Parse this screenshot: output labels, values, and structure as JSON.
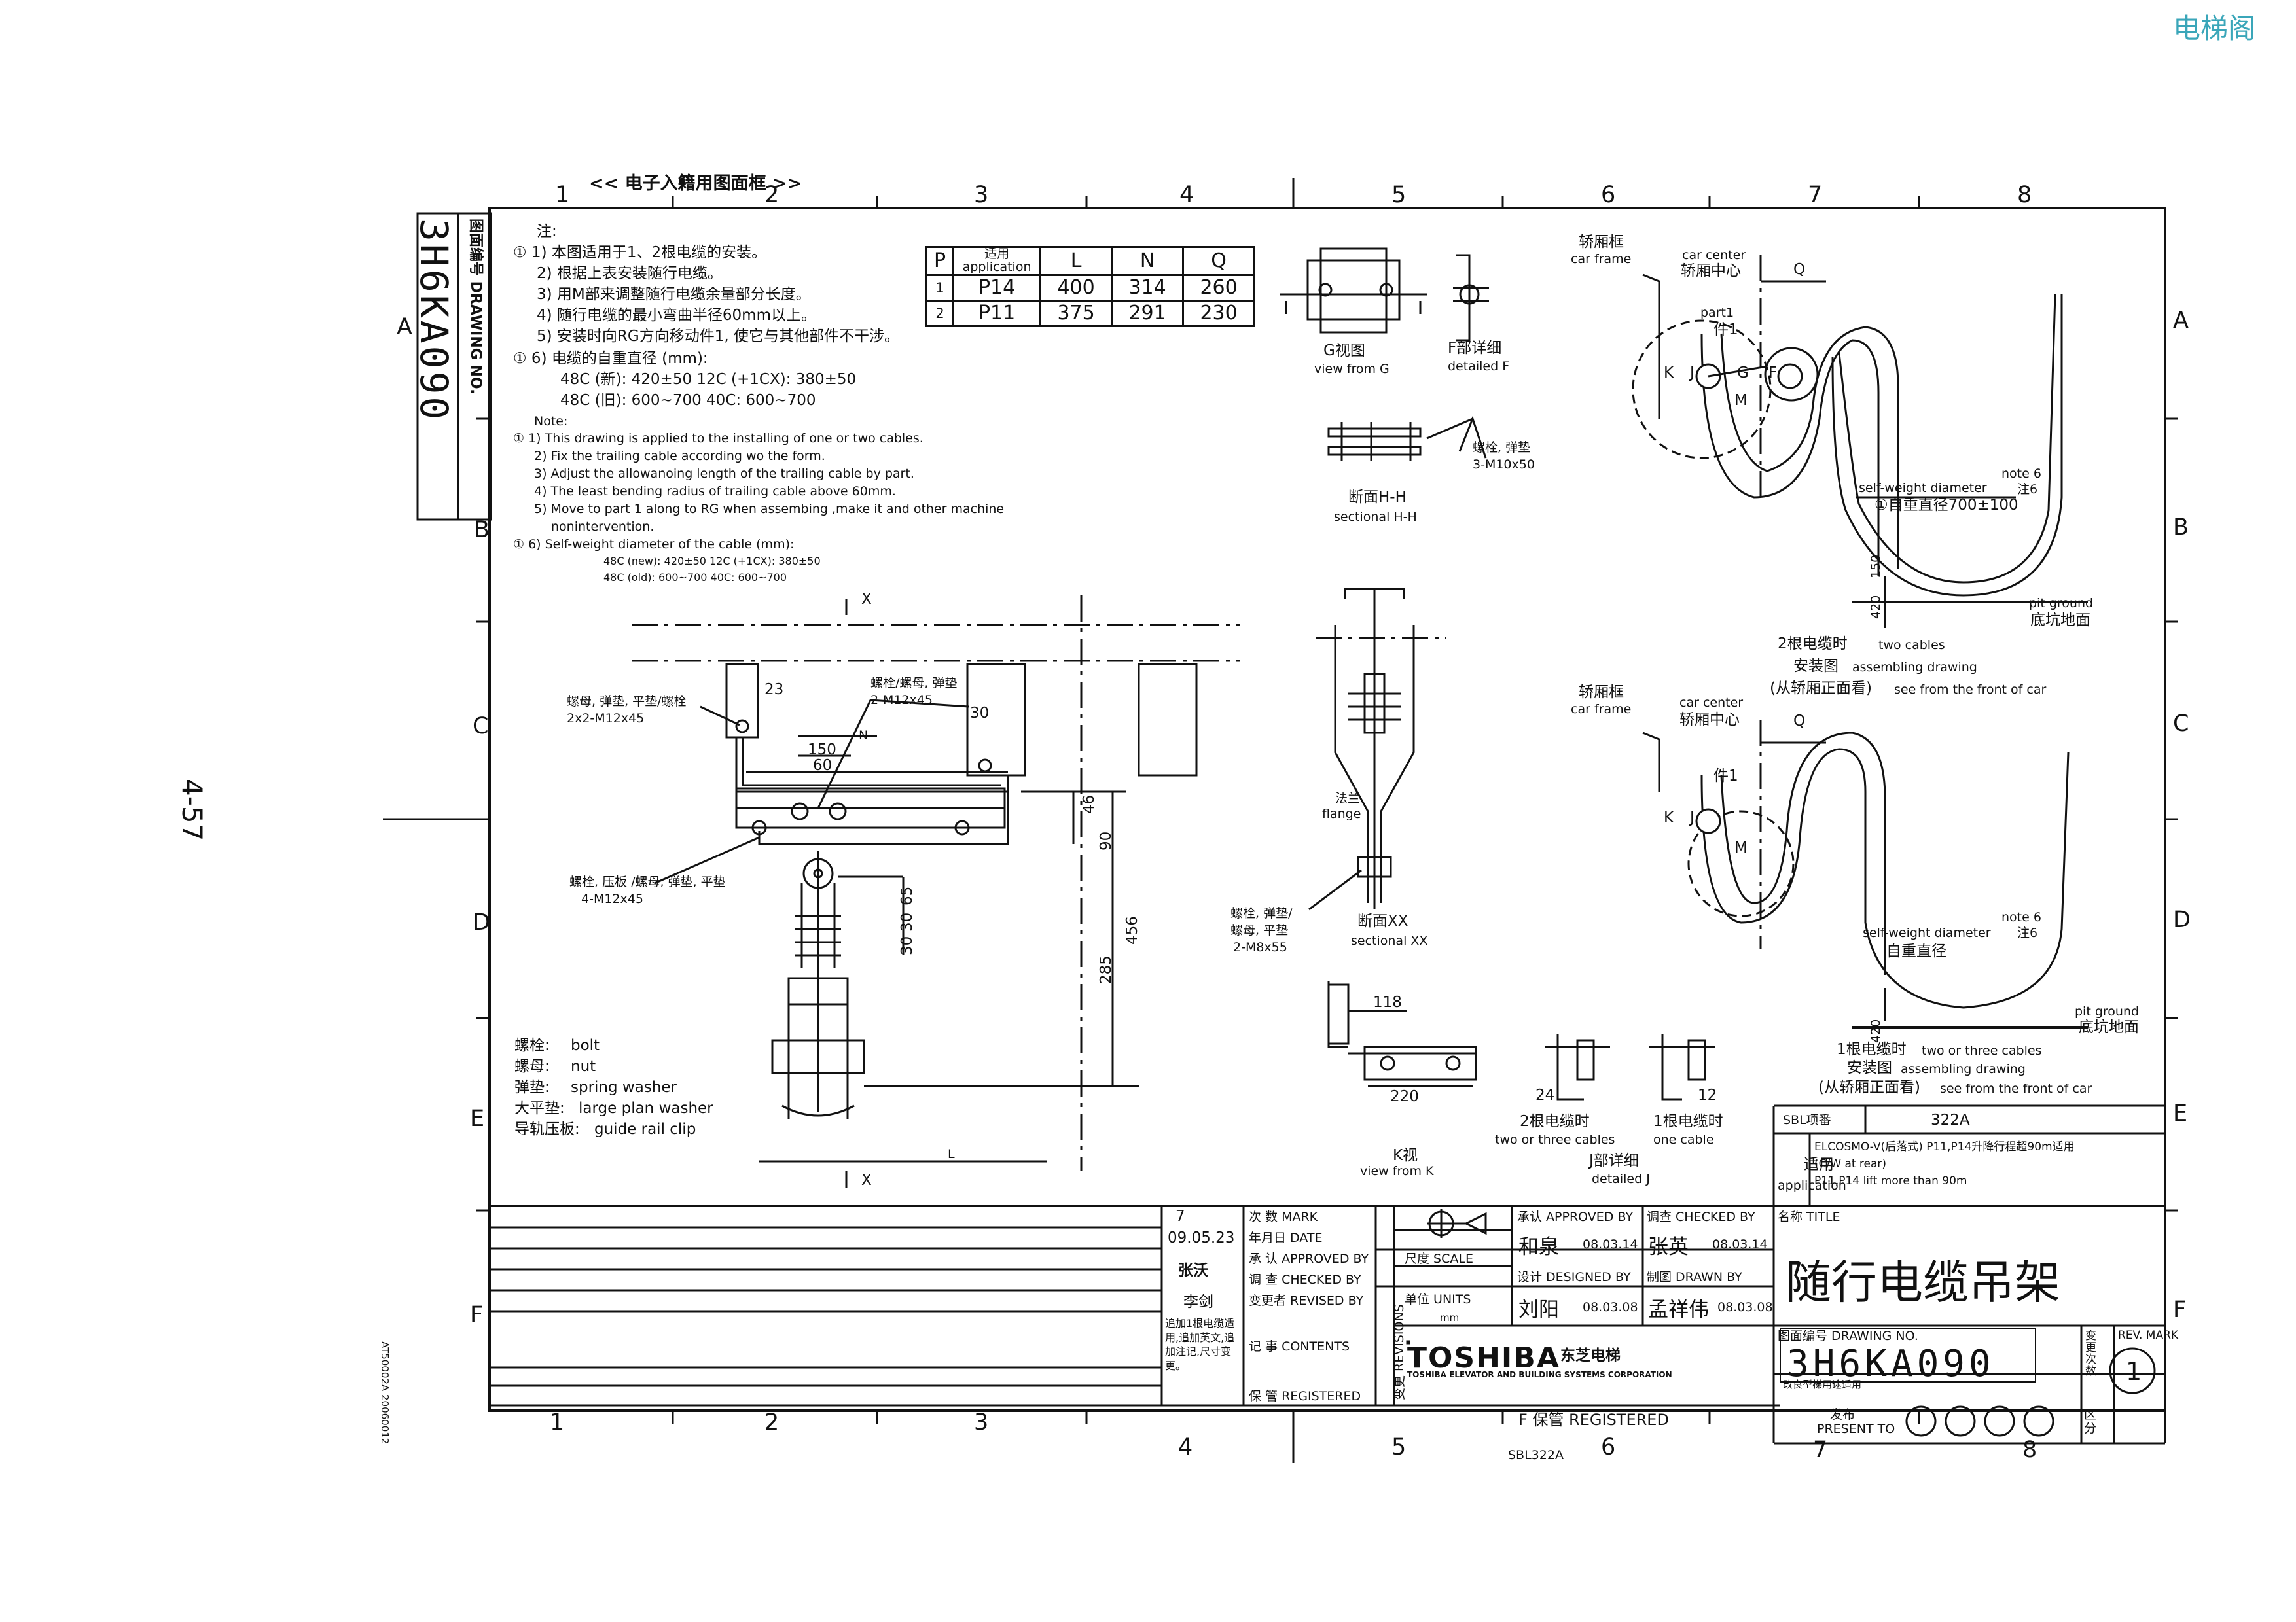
{
  "watermark": "电梯阁",
  "page_number": "4-57",
  "side_code": "AT50002A 20060012",
  "frame_header": "<< 电子入籍用图面框 >>",
  "grid_cols": [
    "1",
    "2",
    "3",
    "4",
    "5",
    "6",
    "7",
    "8"
  ],
  "grid_rows": [
    "A",
    "B",
    "C",
    "D",
    "E",
    "F"
  ],
  "drawing_no_box": {
    "label": "图面编号 DRAWING NO.",
    "number": "3H6KA090"
  },
  "notes_cn": {
    "heading": "注:",
    "lines": [
      "① 1) 本图适用于1、2根电缆的安装。",
      "2) 根据上表安装随行电缆。",
      "3) 用M部来调整随行电缆余量部分长度。",
      "4) 随行电缆的最小弯曲半径60mm以上。",
      "5) 安装时向RG方向移动件1, 使它与其他部件不干涉。",
      "① 6) 电缆的自重直径 (mm):",
      "48C (新): 420±50    12C (+1CX): 380±50",
      "48C (旧): 600~700    40C: 600~700"
    ]
  },
  "notes_en": {
    "heading": "Note:",
    "lines": [
      "① 1) This drawing is applied to the installing of one or two cables.",
      "2) Fix the trailing cable according wo the form.",
      "3) Adjust the allowanoing length of the trailing cable by part.",
      "4) The least bending radius of trailing cable above 60mm.",
      "5) Move to part 1 along to RG when assembing ,make it and other machine",
      "nonintervention.",
      "① 6) Self-weight diameter of the cable (mm):",
      "48C (new): 420±50    12C (+1CX): 380±50",
      "48C (old): 600~700    40C: 600~700"
    ]
  },
  "param_table": {
    "headers": [
      "P",
      "适用 application",
      "L",
      "N",
      "Q"
    ],
    "rows": [
      [
        "1",
        "P14",
        "400",
        "314",
        "260"
      ],
      [
        "2",
        "P11",
        "375",
        "291",
        "230"
      ]
    ]
  },
  "legend": [
    {
      "cn": "螺栓:",
      "en": "bolt"
    },
    {
      "cn": "螺母:",
      "en": "nut"
    },
    {
      "cn": "弹垫:",
      "en": "spring washer"
    },
    {
      "cn": "大平垫:",
      "en": "large plan washer"
    },
    {
      "cn": "导轨压板:",
      "en": "guide rail clip"
    }
  ],
  "main_labels": {
    "x_mark": "X",
    "bolt_top": "螺母, 弹垫, 平垫/螺栓",
    "bolt_top_spec": "2x2-M12x45",
    "bolt_top_right": "螺栓/螺母, 弹垫",
    "bolt_top_right_spec": "2-M12x45",
    "bolt_bottom": "螺栓, 压板 /螺母, 弹垫, 平垫",
    "bolt_bottom_spec": "4-M12x45",
    "dims": [
      "23",
      "30",
      "150",
      "60",
      "N",
      "46",
      "90",
      "456",
      "285",
      "30",
      "30",
      "65",
      "L"
    ]
  },
  "views": {
    "g_view_cn": "G视图",
    "g_view_en": "view from G",
    "f_detail_cn": "F部详细",
    "f_detail_en": "detailed F",
    "h_cn": "断面H-H",
    "h_en": "sectional H-H",
    "h_bolt": "螺栓, 弹垫",
    "h_bolt_spec": "3-M10x50",
    "xx_cn": "断面XX",
    "xx_en": "sectional XX",
    "flange_cn": "法兰",
    "flange_en": "flange",
    "xx_bolt": "螺栓, 弹垫/",
    "xx_bolt2": "螺母, 平垫",
    "xx_bolt_spec": "2-M8x55",
    "k_view_cn": "K视",
    "k_view_en": "view from K",
    "k_dim1": "118",
    "k_dim2": "220",
    "j_two": "2根电缆时",
    "j_two_en": "two or three cables",
    "j_one": "1根电缆时",
    "j_one_en": "one cable",
    "j_detail_cn": "J部详细",
    "j_detail_en": "detailed J",
    "j_dim1": "24",
    "j_dim2": "12"
  },
  "assembly_top": {
    "car_frame_cn": "轿厢框",
    "car_frame_en": "car frame",
    "car_center_en": "car center",
    "car_center_cn": "轿厢中心",
    "q": "Q",
    "part1_en": "part1",
    "part1_cn": "件1",
    "k": "K",
    "j": "J",
    "g": "G",
    "f": "F",
    "m": "M",
    "note6": "note 6",
    "note6_cn": "注6",
    "self_weight_en": "self-weight diameter",
    "self_weight_cn": "①自重直径700±100",
    "dim150": "150",
    "dim420": "420",
    "pit_en": "pit ground",
    "pit_cn": "底坑地面",
    "title_cn": "2根电缆时",
    "title_en": "two cables",
    "assy_cn": "安装图",
    "assy_en": "assembling drawing",
    "view_cn": "(从轿厢正面看)",
    "view_en": "see from the front of car"
  },
  "assembly_bottom": {
    "car_frame_cn": "轿厢框",
    "car_frame_en": "car frame",
    "car_center_en": "car center",
    "car_center_cn": "轿厢中心",
    "q": "Q",
    "part1_cn": "件1",
    "k": "K",
    "j": "J",
    "m": "M",
    "note6": "note 6",
    "note6_cn": "注6",
    "self_weight_en": "self-weight diameter",
    "self_weight_cn": "自重直径",
    "dim420": "420",
    "pit_en": "pit ground",
    "pit_cn": "底坑地面",
    "title_cn": "1根电缆时",
    "title_en": "two or three cables",
    "assy_cn": "安装图",
    "assy_en": "assembling drawing",
    "view_cn": "(从轿厢正面看)",
    "view_en": "see from the front of car"
  },
  "application_box": {
    "sbl_label": "SBL项番",
    "sbl_value": "322A",
    "app_cn": "适用",
    "app_en": "application",
    "line1": "ELCOSMO-V(后落式) P11,P14升降行程超90m适用",
    "line2": "(C/W at rear)",
    "line3": "P11,P14 lift more than 90m"
  },
  "revision_block": {
    "rev_no": "7",
    "rev_date": "09.05.23",
    "approver": "张沃",
    "reviser": "李剑",
    "content": "追加1根电缆适用,追加英文,追加注记,尺寸变更。",
    "labels": [
      "次 数 MARK",
      "年月日 DATE",
      "承 认 APPROVED BY",
      "调 查 CHECKED BY",
      "变更者 REVISED BY",
      "记 事 CONTENTS",
      "保 管 REGISTERED"
    ],
    "side": "变更 REVISIONS"
  },
  "title_block": {
    "scale": "尺度 SCALE",
    "units": "单位 UNITS",
    "units_val": "mm",
    "approved_label": "承认 APPROVED BY",
    "approved_name": "和泉",
    "approved_date": "08.03.14",
    "checked_label": "调查 CHECKED BY",
    "checked_name": "张英",
    "checked_date": "08.03.14",
    "designed_label": "设计 DESIGNED BY",
    "designed_name": "刘阳",
    "designed_date": "08.03.08",
    "drawn_label": "制图 DRAWN BY",
    "drawn_name": "孟祥伟",
    "drawn_date": "08.03.08",
    "title_label": "名称 TITLE",
    "title": "随行电缆吊架",
    "company": "TOSHIBA",
    "company_cn": "东芝电梯",
    "company_full": "TOSHIBA ELEVATOR AND BUILDING SYSTEMS CORPORATION",
    "drawing_no_label": "图面编号 DRAWING NO.",
    "drawing_no": "3H6KA090",
    "sub_note": "改良型梯用途适用",
    "rev_label": "REV. MARK",
    "rev_cn": "变更次数",
    "rev_value": "1",
    "present_label": "PRESENT TO",
    "present_cn": "发布",
    "zone_cn": "区分",
    "registered": "F 保管 REGISTERED",
    "sbl_bottom": "SBL322A"
  }
}
